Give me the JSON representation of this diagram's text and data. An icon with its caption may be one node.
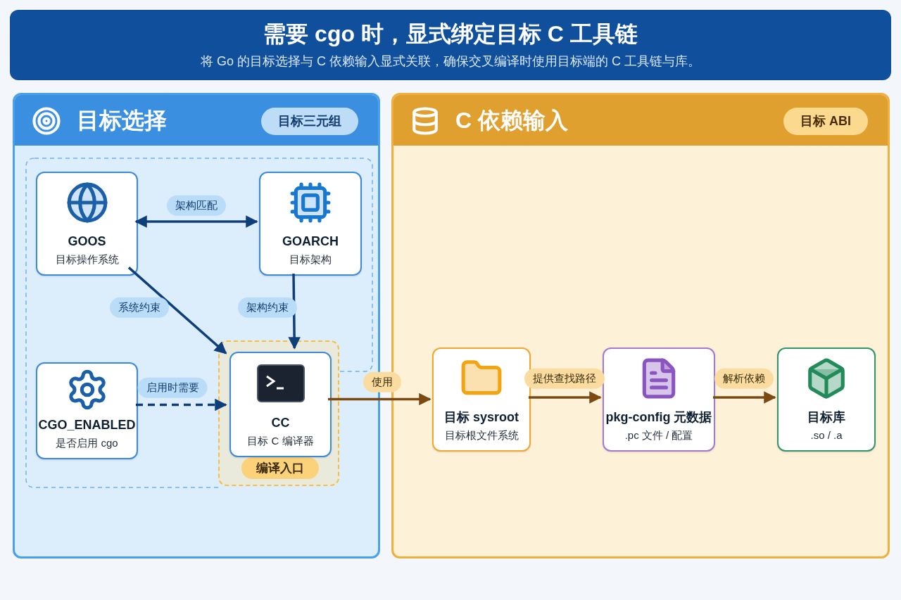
{
  "diagram": {
    "title": "需要 cgo 时，显式绑定目标 C 工具链",
    "nodes": [
      {
        "text": [
          "目标选择",
          "目标三元组"
        ]
      },
      {
        "text": [],
        "shape": "box",
        "in": 0
      },
      {
        "text": [
          "GOOS",
          "目标操作系统"
        ],
        "in": 1
      },
      {
        "text": [
          "GOARCH",
          "目标架构"
        ],
        "in": 1
      },
      {
        "text": [
          "CGO_ENABLED",
          "是否启用 cgo"
        ],
        "in": 1
      },
      {
        "text": [
          "编译入口"
        ],
        "in": 1
      },
      {
        "text": [
          "CC",
          "目标 C 编译器"
        ],
        "in": 5
      },
      {
        "text": [
          "C 依赖输入",
          "目标 ABI"
        ]
      },
      {
        "text": [
          "目标 sysroot",
          "目标根文件系统"
        ],
        "in": 7
      },
      {
        "text": [
          "pkg-config 元数据",
          ".pc 文件 / 配置"
        ],
        "in": 7
      },
      {
        "text": [
          "目标库",
          ".so / .a"
        ],
        "in": 7
      }
    ],
    "edges": [
      {
        "from": 2,
        "to": 3,
        "arrow": "both",
        "label": "架构匹配"
      },
      {
        "from": 2,
        "to": 6,
        "arrow": "to",
        "label": "系统约束"
      },
      {
        "from": 3,
        "to": 6,
        "arrow": "to",
        "label": "架构约束"
      },
      {
        "from": 4,
        "to": 6,
        "arrow": "to",
        "label": "启用时需要",
        "style": "dashed"
      },
      {
        "from": 6,
        "to": 8,
        "arrow": "to",
        "label": "使用",
        "color": "#7a4a12"
      },
      {
        "from": 8,
        "to": 9,
        "arrow": "to",
        "label": "提供查找路径",
        "color": "#7a4a12"
      },
      {
        "from": 9,
        "to": 10,
        "arrow": "to",
        "label": "解析依赖",
        "color": "#7a4a12"
      }
    ],
    "labels": [
      "将 Go 的目标选择与 C 依赖输入显式关联，确保交叉编译时使用目标端的 C 工具链与库。"
    ]
  }
}
